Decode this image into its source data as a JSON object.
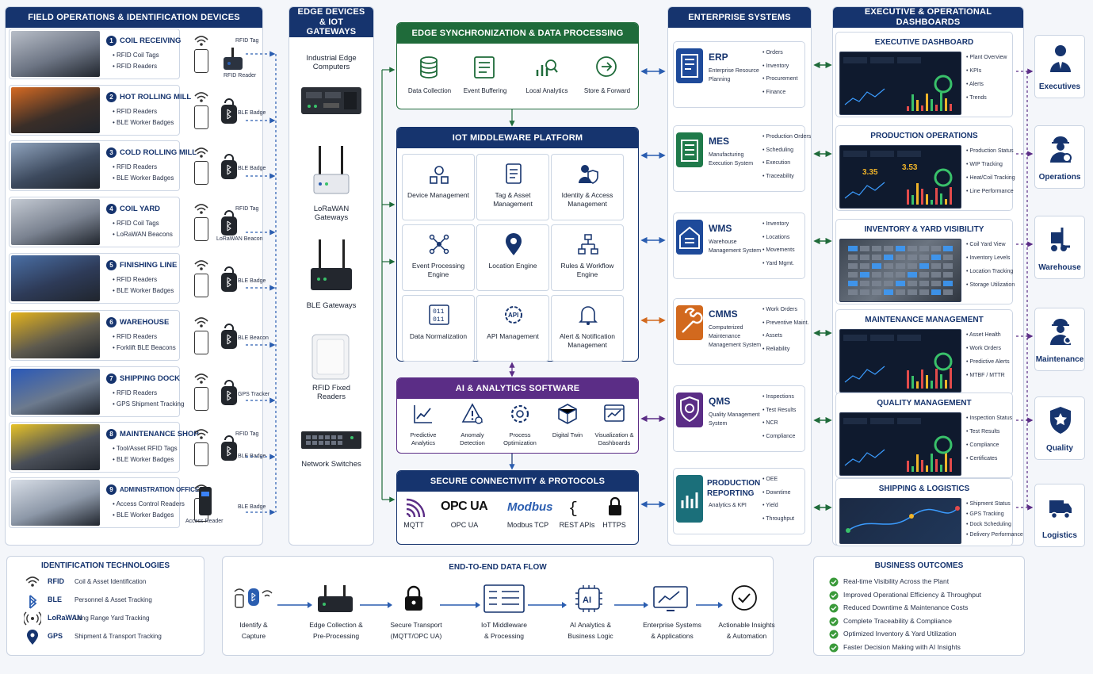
{
  "field": {
    "title": "FIELD OPERATIONS & IDENTIFICATION DEVICES",
    "items": [
      {
        "num": "1",
        "title": "COIL RECEIVING",
        "lines": [
          "RFID Coil Tags",
          "RFID Readers"
        ],
        "devices": [
          "RFID Tag",
          "RFID Reader"
        ]
      },
      {
        "num": "2",
        "title": "HOT ROLLING MILL",
        "lines": [
          "RFID Readers",
          "BLE Worker Badges"
        ],
        "devices": [
          "BLE Badge"
        ]
      },
      {
        "num": "3",
        "title": "COLD ROLLING MILL",
        "lines": [
          "RFID Readers",
          "BLE Worker Badges"
        ],
        "devices": [
          "BLE Badge"
        ]
      },
      {
        "num": "4",
        "title": "COIL YARD",
        "lines": [
          "RFID Coil Tags",
          "LoRaWAN Beacons"
        ],
        "devices": [
          "RFID Tag",
          "LoRaWAN Beacon"
        ]
      },
      {
        "num": "5",
        "title": "FINISHING LINE",
        "lines": [
          "RFID Readers",
          "BLE Worker Badges"
        ],
        "devices": [
          "BLE Badge"
        ]
      },
      {
        "num": "6",
        "title": "WAREHOUSE",
        "lines": [
          "RFID Readers",
          "Forklift BLE Beacons"
        ],
        "devices": [
          "BLE Beacon"
        ]
      },
      {
        "num": "7",
        "title": "SHIPPING DOCK",
        "lines": [
          "RFID Readers",
          "GPS Shipment Tracking"
        ],
        "devices": [
          "GPS Tracker"
        ]
      },
      {
        "num": "8",
        "title": "MAINTENANCE SHOP",
        "lines": [
          "Tool/Asset RFID Tags",
          "BLE Worker Badges"
        ],
        "devices": [
          "RFID Tag",
          "BLE Badge"
        ]
      },
      {
        "num": "9",
        "title": "ADMINISTRATION OFFICES",
        "lines": [
          "Access Control Readers",
          "BLE Worker Badges"
        ],
        "devices": [
          "Access Reader",
          "BLE Badge"
        ]
      }
    ]
  },
  "edge": {
    "title": "EDGE DEVICES & IoT GATEWAYS",
    "items": [
      "Industrial Edge Computers",
      "LoRaWAN Gateways",
      "BLE Gateways",
      "RFID Fixed Readers",
      "Network Switches"
    ]
  },
  "sync": {
    "title": "EDGE SYNCHRONIZATION & DATA PROCESSING",
    "items": [
      "Data Collection",
      "Event Buffering",
      "Local Analytics",
      "Store & Forward"
    ]
  },
  "middleware": {
    "title": "IoT MIDDLEWARE PLATFORM",
    "tiles": [
      "Device Management",
      "Tag & Asset Management",
      "Identity & Access Management",
      "Event Processing Engine",
      "Location Engine",
      "Rules & Workflow Engine",
      "Data Normalization",
      "API Management",
      "Alert & Notification Management"
    ]
  },
  "ai": {
    "title": "AI & ANALYTICS SOFTWARE",
    "items": [
      "Predictive Analytics",
      "Anomaly Detection",
      "Process Optimization",
      "Digital Twin",
      "Visualization & Dashboards"
    ]
  },
  "secure": {
    "title": "SECURE CONNECTIVITY & PROTOCOLS",
    "items": [
      "MQTT",
      "OPC UA",
      "Modbus TCP",
      "REST APIs",
      "HTTPS"
    ],
    "logos": [
      "OPC UA",
      "Modbus"
    ]
  },
  "enterprise": {
    "title": "ENTERPRISE SYSTEMS",
    "systems": [
      {
        "name": "ERP",
        "sub": [
          "Enterprise Resource",
          "Planning"
        ],
        "items": [
          "Orders",
          "Inventory",
          "Procurement",
          "Finance"
        ],
        "color": "#1e4a9a"
      },
      {
        "name": "MES",
        "sub": [
          "Manufacturing",
          "Execution System"
        ],
        "items": [
          "Production Orders",
          "Scheduling",
          "Execution",
          "Traceability"
        ],
        "color": "#1f7a4a"
      },
      {
        "name": "WMS",
        "sub": [
          "Warehouse",
          "Management System"
        ],
        "items": [
          "Inventory",
          "Locations",
          "Movements",
          "Yard Mgmt."
        ],
        "color": "#1e4a9a"
      },
      {
        "name": "CMMS",
        "sub": [
          "Computerized",
          "Maintenance",
          "Management System"
        ],
        "items": [
          "Work Orders",
          "Preventive Maint.",
          "Assets",
          "Reliability"
        ],
        "color": "#d2691e"
      },
      {
        "name": "QMS",
        "sub": [
          "Quality Management",
          "System"
        ],
        "items": [
          "Inspections",
          "Test Results",
          "NCR",
          "Compliance"
        ],
        "color": "#5b2d86"
      },
      {
        "name": "PRODUCTION REPORTING",
        "sub": [
          "Analytics & KPI"
        ],
        "items": [
          "OEE",
          "Downtime",
          "Yield",
          "Throughput"
        ],
        "color": "#1b6f7a"
      }
    ]
  },
  "dashboards": {
    "title": "EXECUTIVE & OPERATIONAL DASHBOARDS",
    "items": [
      {
        "title": "EXECUTIVE DASHBOARD",
        "items": [
          "Plant Overview",
          "KPIs",
          "Alerts",
          "Trends"
        ]
      },
      {
        "title": "PRODUCTION OPERATIONS",
        "items": [
          "Production Status",
          "WIP Tracking",
          "Heat/Coil Tracking",
          "Line Performance"
        ],
        "values": [
          "3.35",
          "3.53"
        ]
      },
      {
        "title": "INVENTORY & YARD VISIBILITY",
        "items": [
          "Coil Yard View",
          "Inventory Levels",
          "Location Tracking",
          "Storage Utilization"
        ]
      },
      {
        "title": "MAINTENANCE MANAGEMENT",
        "items": [
          "Asset Health",
          "Work Orders",
          "Predictive Alerts",
          "MTBF / MTTR"
        ]
      },
      {
        "title": "QUALITY MANAGEMENT",
        "items": [
          "Inspection Status",
          "Test Results",
          "Compliance",
          "Certificates"
        ]
      },
      {
        "title": "SHIPPING & LOGISTICS",
        "items": [
          "Shipment Status",
          "GPS Tracking",
          "Dock Scheduling",
          "Delivery Performance"
        ]
      }
    ]
  },
  "roles": [
    "Executives",
    "Operations",
    "Warehouse",
    "Maintenance",
    "Quality",
    "Logistics"
  ],
  "idtech": {
    "title": "IDENTIFICATION TECHNOLOGIES",
    "items": [
      {
        "name": "RFID",
        "desc": "Coil & Asset Identification"
      },
      {
        "name": "BLE",
        "desc": "Personnel & Asset Tracking"
      },
      {
        "name": "LoRaWAN",
        "desc": "Long Range Yard Tracking"
      },
      {
        "name": "GPS",
        "desc": "Shipment & Transport Tracking"
      }
    ]
  },
  "flow": {
    "title": "END-TO-END DATA FLOW",
    "steps": [
      {
        "l1": "Identify &",
        "l2": "Capture"
      },
      {
        "l1": "Edge Collection &",
        "l2": "Pre-Processing"
      },
      {
        "l1": "Secure Transport",
        "l2": "(MQTT/OPC UA)"
      },
      {
        "l1": "IoT Middleware",
        "l2": "& Processing"
      },
      {
        "l1": "AI Analytics &",
        "l2": "Business Logic"
      },
      {
        "l1": "Enterprise Systems",
        "l2": "& Applications"
      },
      {
        "l1": "Actionable Insights",
        "l2": "& Automation"
      }
    ]
  },
  "outcomes": {
    "title": "BUSINESS OUTCOMES",
    "items": [
      "Real-time Visibility Across the Plant",
      "Improved Operational Efficiency & Throughput",
      "Reduced Downtime & Maintenance Costs",
      "Complete Traceability & Compliance",
      "Optimized Inventory & Yard Utilization",
      "Faster Decision Making with AI Insights"
    ]
  },
  "colors": {
    "navy": "#16346e",
    "green": "#1f6b3a",
    "purple": "#5b2d86",
    "orange": "#d2691e",
    "teal": "#1b6f7a",
    "link": "#2a5db0",
    "check": "#3a9a3a"
  }
}
